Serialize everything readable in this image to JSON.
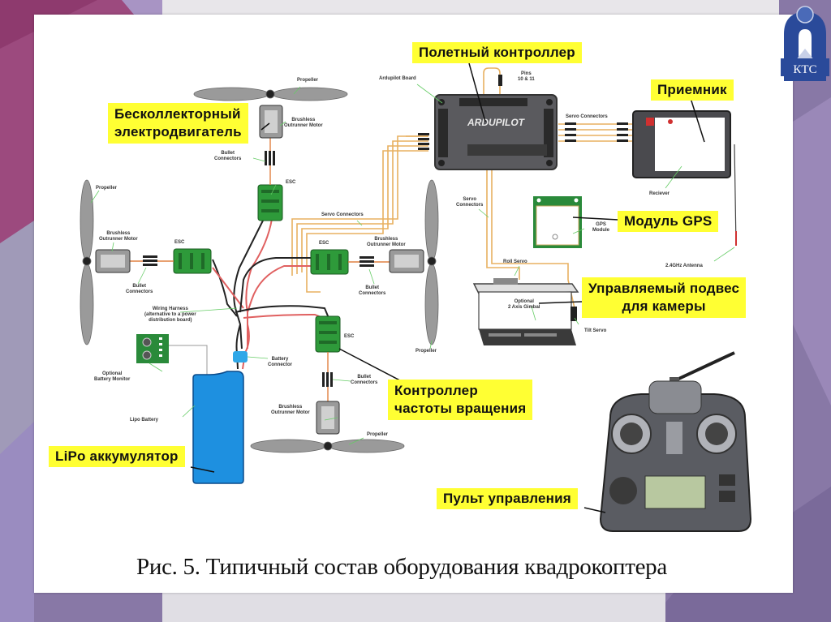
{
  "logo": {
    "text": "КТС"
  },
  "callouts": {
    "flight_controller": "Полетный  контроллер",
    "brushless_motor_line1": "Бесколлекторный",
    "brushless_motor_line2": "электродвигатель",
    "receiver": "Приемник",
    "gps_module": "Модуль GPS",
    "gimbal_line1": "Управляемый подвес",
    "gimbal_line2": "для камеры",
    "esc_line1": "Контроллер",
    "esc_line2": "частоты вращения",
    "lipo": "LiPo аккумулятор",
    "remote": "Пульт управления"
  },
  "small_labels": {
    "propeller_top": "Propeller",
    "motor_top": "Brushless\nOutrunner Motor",
    "bullet_top": "Bullet\nConnectors",
    "esc_top": "ESC",
    "propeller_left": "Propeller",
    "motor_left": "Brushless\nOutrunner Motor",
    "esc_left": "ESC",
    "bullet_left": "Bullet\nConnectors",
    "servo_connectors_mid": "Servo Connectors",
    "esc_right": "ESC",
    "motor_right": "Brushless\nOutrunner Motor",
    "bullet_right": "Bullet\nConnectors",
    "propeller_right": "Propeller",
    "wiring_harness": "Wiring Harness\n(alternative to a power\ndistribution board)",
    "esc_bottom": "ESC",
    "battery_monitor": "Optional\nBattery Monitor",
    "battery_connector": "Battery\nConnector",
    "bullet_bottom": "Bullet\nConnectors",
    "lipo_battery": "Lipo Battery",
    "motor_bottom": "Brushless\nOutrunner Motor",
    "propeller_bottom": "Propeller",
    "ardupilot_board": "Ardupilot Board",
    "pins": "Pins\n10 & 11",
    "servo_connectors_top": "Servo Connectors",
    "receiver": "Reciever",
    "gps_module": "GPS\nModule",
    "servo_connectors_gimbal": "Servo\nConnectors",
    "roll_servo": "Roll Servo",
    "gimbal": "Optional\n2 Axis Gimbal",
    "tilt_servo": "Tilt Servo",
    "antenna": "2.4GHz Antenna"
  },
  "caption": "Рис. 5. Типичный состав оборудования квадрокоптера",
  "colors": {
    "callout_bg": "#ffff33",
    "esc_green": "#2e9a3a",
    "battery_blue": "#1e90e0",
    "servo_wire": "#e8b060",
    "power_red": "#e06060",
    "background_purple": "#8a78a8",
    "background_magenta": "#8e3a6e"
  }
}
